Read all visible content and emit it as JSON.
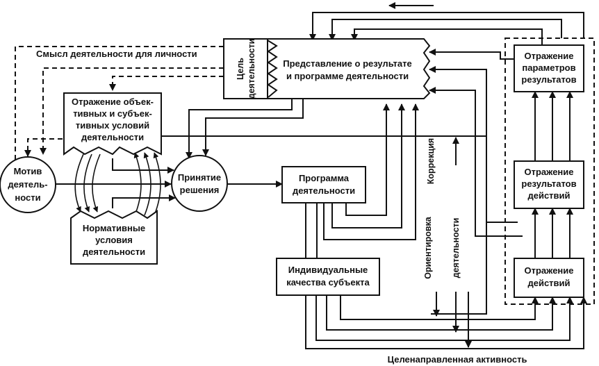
{
  "nodes": {
    "motive": [
      "Мотив",
      "деятель-",
      "ности"
    ],
    "conditions": [
      "Отражение объек-",
      "тивных и субъек-",
      "тивных условий",
      "деятельности"
    ],
    "normative": [
      "Нормативные",
      "условия",
      "деятельности"
    ],
    "decision": [
      "Принятие",
      "решения"
    ],
    "representation": [
      "Представление о результате",
      "и программе деятельности"
    ],
    "goal": [
      "Цель",
      "деятельности"
    ],
    "program": [
      "Программа",
      "деятельности"
    ],
    "qualities": [
      "Индивидуальные",
      "качества субъекта"
    ],
    "params_reflection": [
      "Отражение",
      "параметров",
      "результатов"
    ],
    "results_reflection": [
      "Отражение",
      "результатов",
      "действий"
    ],
    "actions_reflection": [
      "Отражение",
      "действий"
    ]
  },
  "labels": {
    "meaning": "Смысл деятельности для личности",
    "correction": "Коррекция",
    "orientation": [
      "Ориентировка",
      "деятельности"
    ],
    "activity": "Целенаправленная активность"
  }
}
